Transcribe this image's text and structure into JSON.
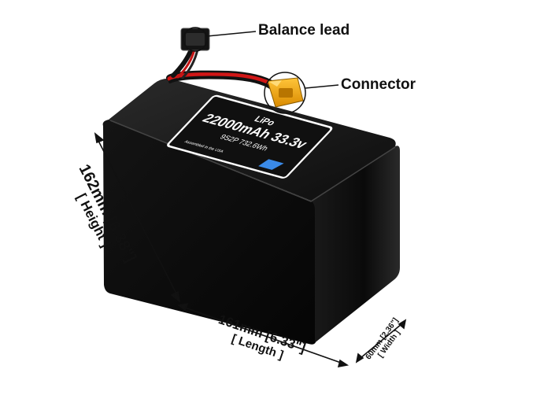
{
  "callouts": {
    "balance_lead": "Balance lead",
    "connector": "Connector"
  },
  "label": {
    "chemistry": "LiPo",
    "capacity": "22000mAh 33.3v",
    "spec": "9S2P 732.6Wh",
    "assembled": "Assembled in the USA"
  },
  "dimensions": {
    "height": {
      "value": "162mm [6.38\"]",
      "name": "[ Height ]"
    },
    "length": {
      "value": "161mm [6.33\"]",
      "name": "[ Length ]"
    },
    "width": {
      "value": "60mm [2.36\"]",
      "name": "[ Width ]"
    }
  },
  "colors": {
    "pack": "#0b0b0b",
    "lead_red": "#d11616",
    "connector_yellow": "#f2a40c",
    "label_border": "#ffffff"
  }
}
